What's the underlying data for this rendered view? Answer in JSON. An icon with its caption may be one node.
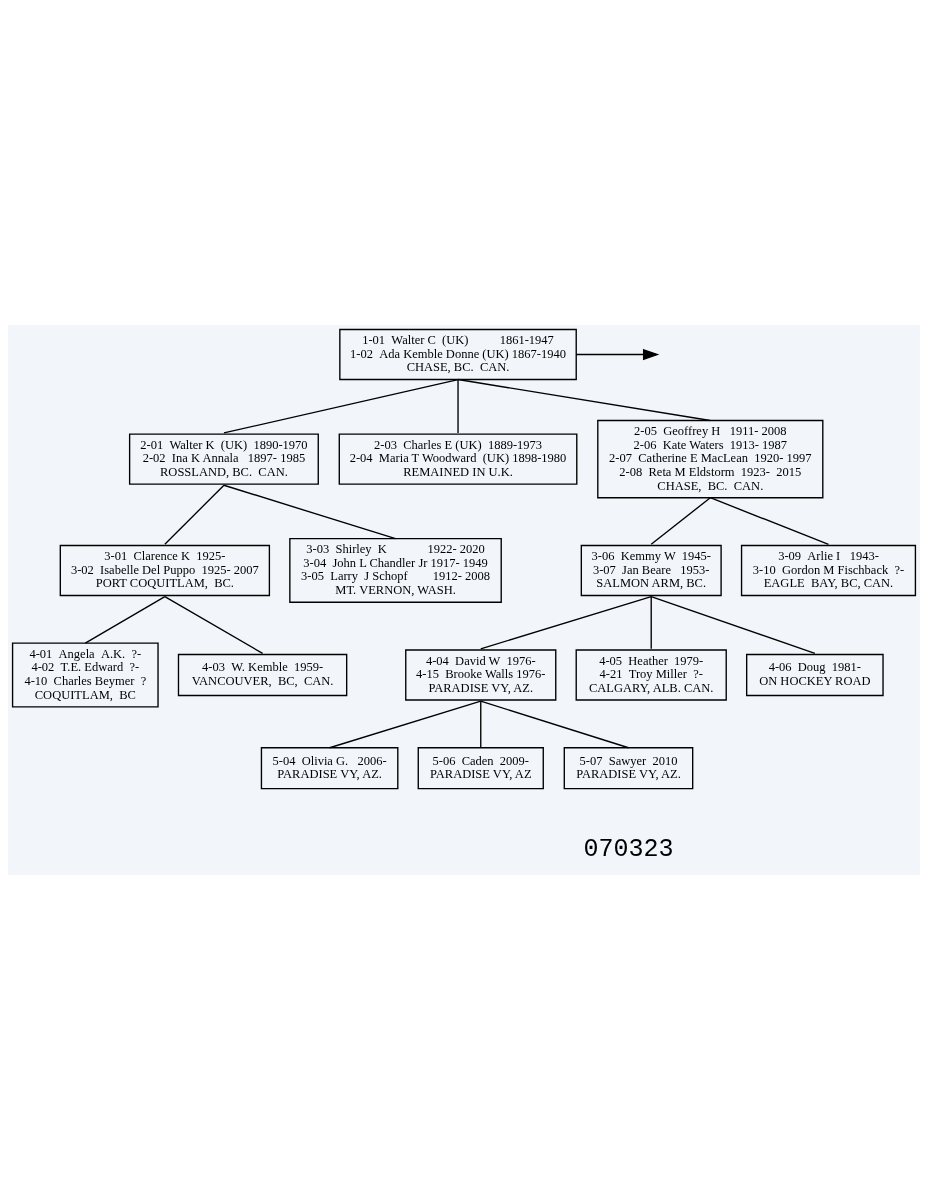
{
  "diagram": {
    "nodes": [
      {
        "text": [
          "1-01  Walter C  (UK)          1861-1947",
          "1-02  Ada Kemble Donne (UK) 1867-1940",
          "CHASE, BC.  CAN."
        ]
      },
      {
        "text": [
          "2-01  Walter K  (UK)  1890-1970",
          "2-02  Ina K Annala   1897- 1985",
          "ROSSLAND, BC.  CAN."
        ]
      },
      {
        "text": [
          "2-03  Charles E (UK)  1889-1973",
          "2-04  Maria T Woodward  (UK) 1898-1980",
          "REMAINED IN U.K."
        ]
      },
      {
        "text": [
          "2-05  Geoffrey H   1911- 2008",
          "2-06  Kate Waters  1913- 1987",
          "2-07  Catherine E MacLean  1920- 1997",
          "2-08  Reta M Eldstorm  1923-  2015",
          "CHASE,  BC.  CAN."
        ]
      },
      {
        "text": [
          "3-01  Clarence K  1925-",
          "3-02  Isabelle Del Puppo  1925- 2007",
          "PORT COQUITLAM,  BC."
        ]
      },
      {
        "text": [
          "3-03  Shirley  K             1922- 2020",
          "3-04  John L Chandler Jr 1917- 1949",
          "3-05  Larry  J Schopf        1912- 2008",
          "MT. VERNON, WASH."
        ]
      },
      {
        "text": [
          "3-06  Kemmy W  1945-",
          "3-07  Jan Beare   1953-",
          "SALMON ARM, BC."
        ]
      },
      {
        "text": [
          "3-09  Arlie I   1943-",
          "3-10  Gordon M Fischback  ?-",
          "EAGLE  BAY, BC, CAN."
        ]
      },
      {
        "text": [
          "4-01  Angela  A.K.  ?-",
          "4-02  T.E. Edward  ?-",
          "4-10  Charles Beymer  ?",
          "COQUITLAM,  BC"
        ]
      },
      {
        "text": [
          "4-03  W. Kemble  1959-",
          "VANCOUVER,  BC,  CAN."
        ]
      },
      {
        "text": [
          "4-04  David W  1976-",
          "4-15  Brooke Walls 1976-",
          "PARADISE VY, AZ."
        ]
      },
      {
        "text": [
          "4-05  Heather  1979-",
          "4-21  Troy Miller  ?-",
          "CALGARY, ALB. CAN."
        ]
      },
      {
        "text": [
          "4-06  Doug  1981-",
          "ON HOCKEY ROAD"
        ]
      },
      {
        "text": [
          "5-04  Olivia G.   2006-",
          "PARADISE VY, AZ."
        ]
      },
      {
        "text": [
          "5-06  Caden  2009-",
          "PARADISE VY, AZ"
        ]
      },
      {
        "text": [
          "5-07  Sawyer  2010",
          "PARADISE VY, AZ."
        ]
      }
    ],
    "edges": [
      {
        "from": 0,
        "to": 1,
        "arrow": "none"
      },
      {
        "from": 0,
        "to": 2,
        "arrow": "none"
      },
      {
        "from": 0,
        "to": 3,
        "arrow": "none"
      },
      {
        "from": 0,
        "to": null,
        "arrow": "to"
      },
      {
        "from": 1,
        "to": 4,
        "arrow": "none"
      },
      {
        "from": 1,
        "to": 5,
        "arrow": "none"
      },
      {
        "from": 3,
        "to": 6,
        "arrow": "none"
      },
      {
        "from": 3,
        "to": 7,
        "arrow": "none"
      },
      {
        "from": 4,
        "to": 8,
        "arrow": "none"
      },
      {
        "from": 4,
        "to": 9,
        "arrow": "none"
      },
      {
        "from": 6,
        "to": 10,
        "arrow": "none"
      },
      {
        "from": 6,
        "to": 11,
        "arrow": "none"
      },
      {
        "from": 6,
        "to": 12,
        "arrow": "none"
      },
      {
        "from": 10,
        "to": 13,
        "arrow": "none"
      },
      {
        "from": 10,
        "to": 14,
        "arrow": "none"
      },
      {
        "from": 10,
        "to": 15,
        "arrow": "none"
      }
    ],
    "labels": [
      "070323"
    ]
  }
}
